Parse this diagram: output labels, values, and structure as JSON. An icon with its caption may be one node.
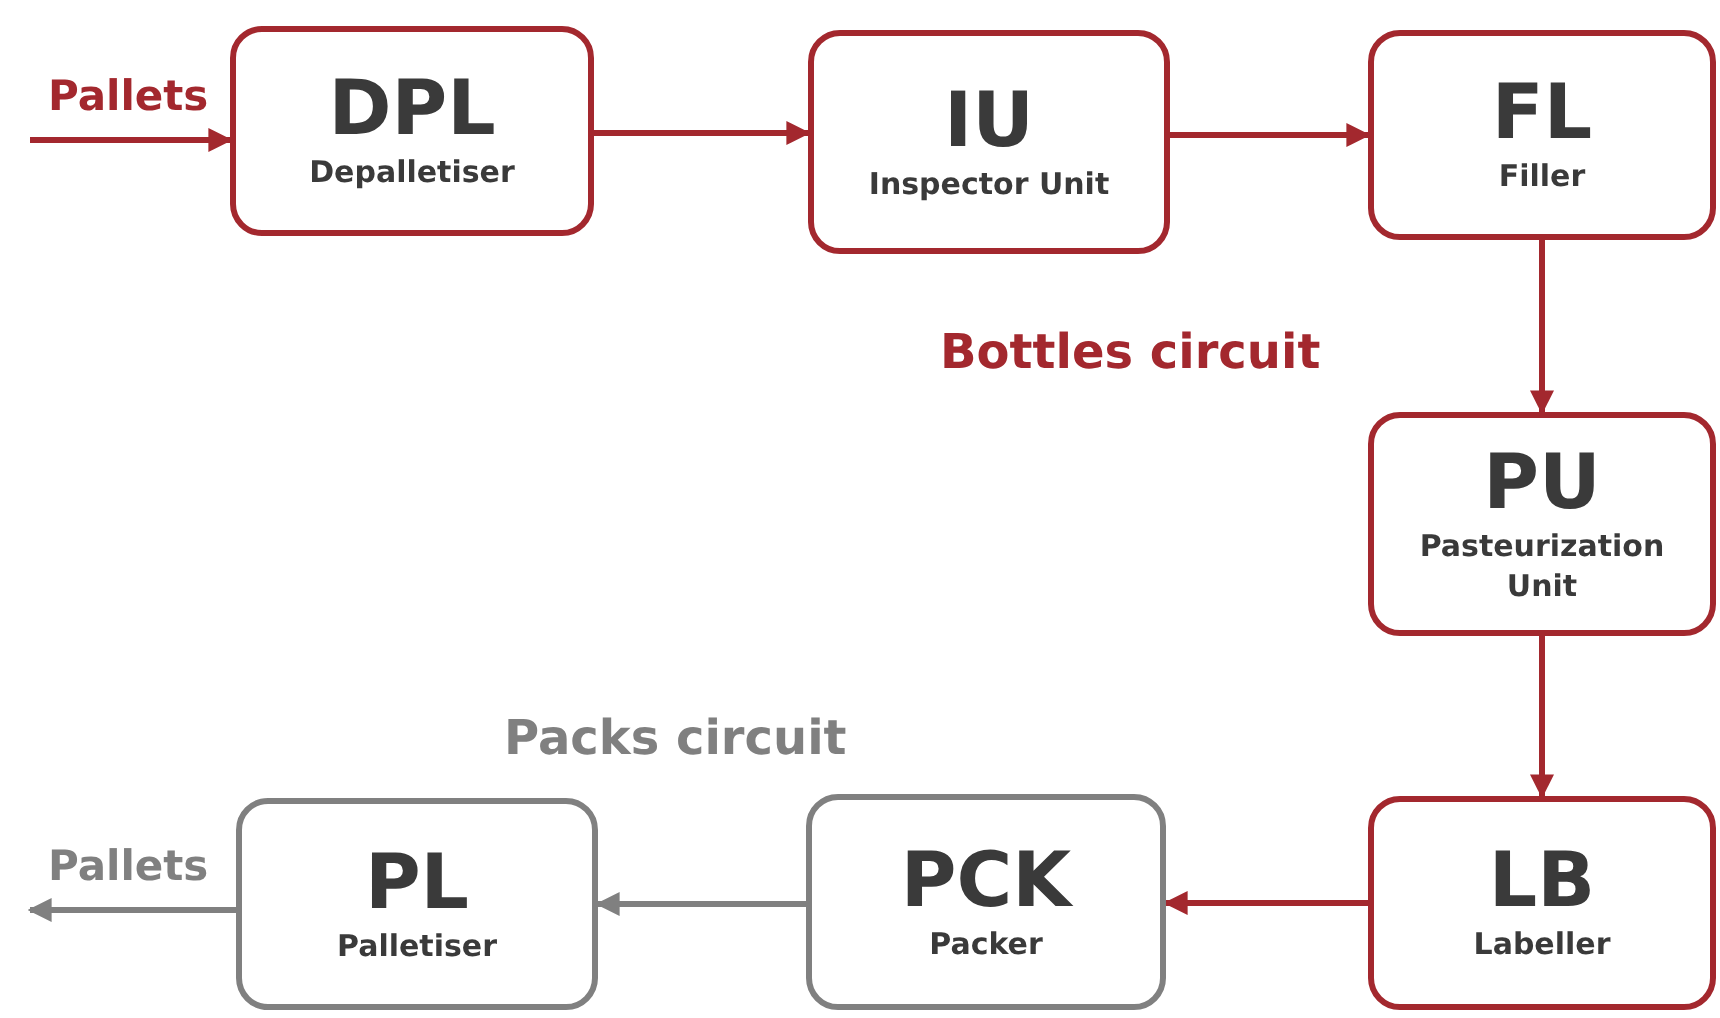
{
  "diagram": {
    "nodes": [
      {
        "text": [
          "DPL",
          "Depalletiser"
        ]
      },
      {
        "text": [
          "IU",
          "Inspector Unit"
        ]
      },
      {
        "text": [
          "FL",
          "Filler"
        ]
      },
      {
        "text": [
          "PU",
          "Pasteurization Unit"
        ]
      },
      {
        "text": [
          "LB",
          "Labeller"
        ]
      },
      {
        "text": [
          "PCK",
          "Packer"
        ]
      },
      {
        "text": [
          "PL",
          "Palletiser"
        ]
      }
    ],
    "edges": [
      {
        "from": null,
        "to": 0,
        "arrow": "to",
        "label": "Pallets"
      },
      {
        "from": 0,
        "to": 1,
        "arrow": "to"
      },
      {
        "from": 1,
        "to": 2,
        "arrow": "to"
      },
      {
        "from": 2,
        "to": 3,
        "arrow": "to"
      },
      {
        "from": 3,
        "to": 4,
        "arrow": "to"
      },
      {
        "from": 4,
        "to": 5,
        "arrow": "to"
      },
      {
        "from": 5,
        "to": 6,
        "arrow": "to",
        "color": "#808080"
      },
      {
        "from": 6,
        "to": null,
        "arrow": "to",
        "label": "Pallets",
        "color": "#808080"
      }
    ],
    "labels": [
      "Bottles circuit",
      "Packs circuit"
    ]
  }
}
